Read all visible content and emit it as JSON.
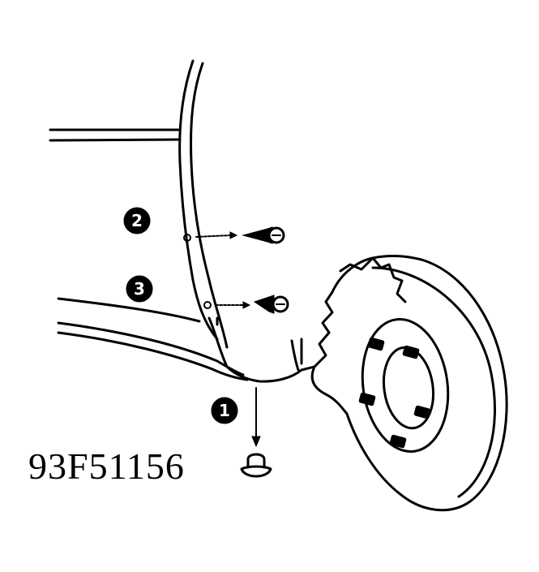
{
  "figure": {
    "id_label": "93F51156",
    "callouts": [
      "1",
      "2",
      "3"
    ]
  },
  "icons": {
    "callout_1": "numbered-callout",
    "callout_2": "numbered-callout",
    "callout_3": "numbered-callout",
    "fastener_screw_upper": "screw",
    "fastener_screw_lower": "screw",
    "fastener_clip": "push-clip",
    "brake_disc": "brake-rotor"
  },
  "colors": {
    "ink": "#000000",
    "paper": "#ffffff"
  }
}
